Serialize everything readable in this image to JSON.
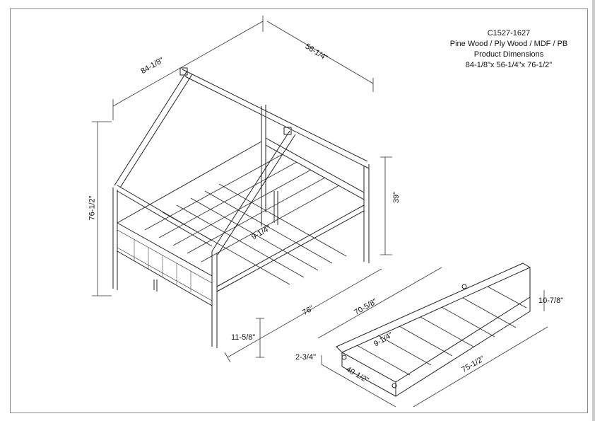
{
  "info": {
    "model": "C1527-1627",
    "material": "Pine Wood / Ply Wood / MDF / PB",
    "heading": "Product Dimensions",
    "overall": "84-1/8\"x 56-1/4\"x 76-1/2\""
  },
  "dimensions": {
    "bed_length": "84-1/8\"",
    "bed_width": "56-1/4\"",
    "bed_height": "76-1/2\"",
    "side_height": "39\"",
    "slat_gap": "9-1/4\"",
    "inner_length": "76\"",
    "leg_height": "11-5/8\"",
    "trundle_length_inner": "70-5/8\"",
    "trundle_height": "10-7/8\"",
    "trundle_clearance": "2-3/4\"",
    "trundle_slat_gap": "9-1/4\"",
    "trundle_width": "40-1/2\"",
    "trundle_length": "75-1/2\""
  }
}
